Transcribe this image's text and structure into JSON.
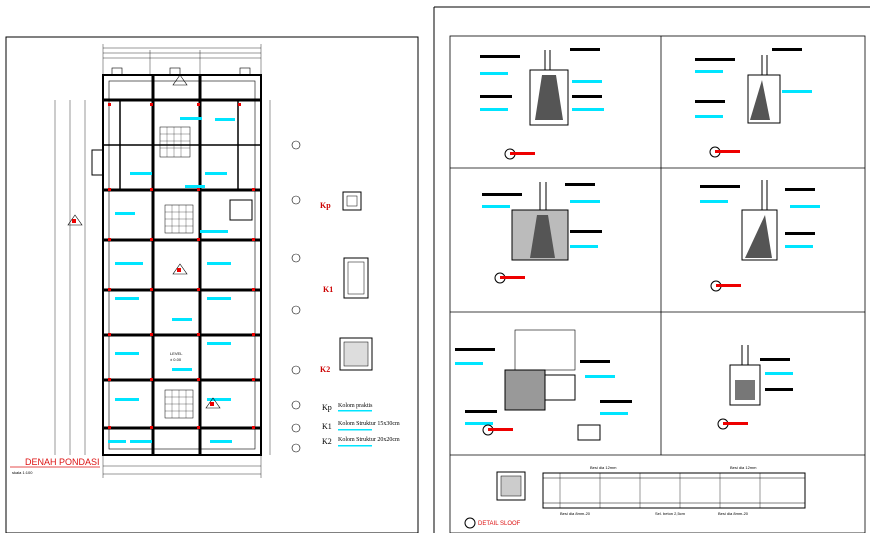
{
  "sheet_left": {
    "title": "DENAH PONDASI",
    "scale": "skala 1:100",
    "level_label": "LEVEL",
    "level_value": "± 0.00"
  },
  "column_details": [
    {
      "code": "Kp"
    },
    {
      "code": "K1"
    },
    {
      "code": "K2"
    }
  ],
  "legend": [
    {
      "code": "Kp",
      "text": "Kolom praktis"
    },
    {
      "code": "K1",
      "text": "Kolom Struktur 15x30cm"
    },
    {
      "code": "K2",
      "text": "Kolom Struktur 20x20cm"
    }
  ],
  "sloof": {
    "title": "DETAIL SLOOF",
    "top_label_left": "Besi dia 12mm",
    "top_label_right": "Besi dia 12mm",
    "bottom_label_left": "Besi dia 8mm-20",
    "bottom_label_mid": "Sel. beton 2,5cm",
    "bottom_label_right": "Besi dia 8mm-20"
  },
  "colors": {
    "line": "#000000",
    "annotation": "#00e5ff",
    "title": "#d11111"
  }
}
